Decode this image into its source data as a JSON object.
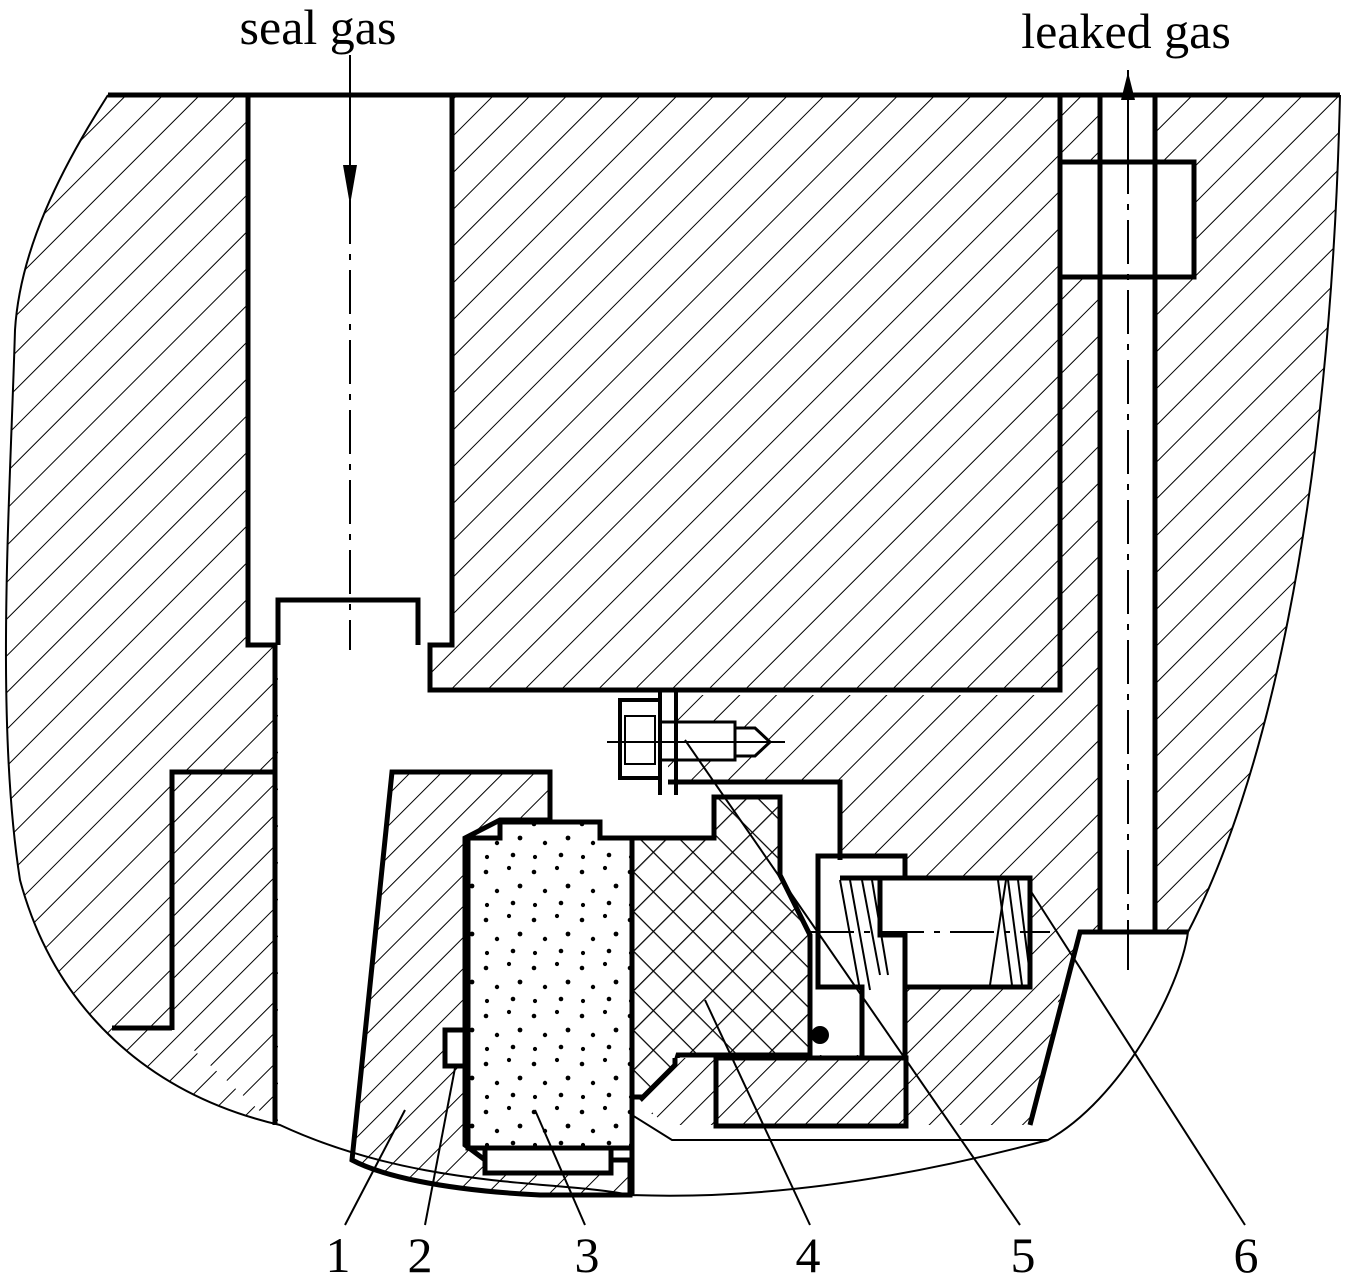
{
  "flow_labels": {
    "inlet": "seal gas",
    "outlet": "leaked gas"
  },
  "part_labels": [
    "1",
    "2",
    "3",
    "4",
    "5",
    "6"
  ]
}
